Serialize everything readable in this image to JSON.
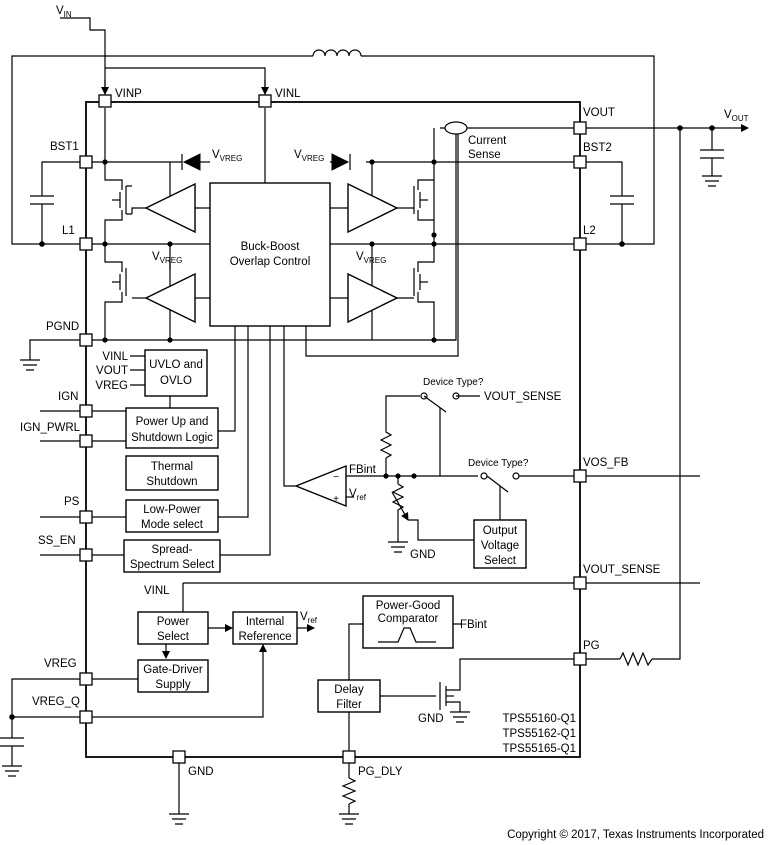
{
  "ext": {
    "vin": "V",
    "vin_sub": "IN",
    "vout": "V",
    "vout_sub": "OUT",
    "gnd_pg": "GND",
    "gnd_bottom": "GND"
  },
  "pins": {
    "vinp": "VINP",
    "vinl": "VINL",
    "vout": "VOUT",
    "bst1": "BST1",
    "bst2": "BST2",
    "l1": "L1",
    "l2": "L2",
    "pgnd": "PGND",
    "ign": "IGN",
    "ign_pwrl": "IGN_PWRL",
    "ps": "PS",
    "ss_en": "SS_EN",
    "vreg": "VREG",
    "vreg_q": "VREG_Q",
    "vos_fb": "VOS_FB",
    "vout_sense": "VOUT_SENSE",
    "pg": "PG",
    "pg_dly": "PG_DLY",
    "gnd": "GND"
  },
  "blocks": {
    "core_1": "Buck-Boost",
    "core_2": "Overlap Control",
    "uvlo_1": "UVLO and",
    "uvlo_2": "OVLO",
    "pwrup_1": "Power Up and",
    "pwrup_2": "Shutdown Logic",
    "thermal_1": "Thermal",
    "thermal_2": "Shutdown",
    "lowpower_1": "Low-Power",
    "lowpower_2": "Mode select",
    "spread_1": "Spread-",
    "spread_2": "Spectrum Select",
    "outvolt_1": "Output",
    "outvolt_2": "Voltage",
    "outvolt_3": "Select",
    "pwrsel_1": "Power",
    "pwrsel_2": "Select",
    "intref_1": "Internal",
    "intref_2": "Reference",
    "gatedrv_1": "Gate-Driver",
    "gatedrv_2": "Supply",
    "pgcomp_1": "Power-Good",
    "pgcomp_2": "Comparator",
    "delay_1": "Delay",
    "delay_2": "Filter"
  },
  "labels": {
    "vvreg": "V",
    "vvreg_sub": "VREG",
    "current_1": "Current",
    "current_2": "Sense",
    "uvlo_in_vinl": "VINL",
    "uvlo_in_vout": "VOUT",
    "uvlo_in_vreg": "VREG",
    "device_type_1": "Device Type?",
    "device_type_2": "Device Type?",
    "switch_vout_sense": "VOUT_SENSE",
    "fbint": "FBint",
    "fbint_pg": "FBint",
    "vref": "V",
    "vref_sub": "ref",
    "vref_out": "V",
    "vref_out_sub": "ref",
    "vinl_pwr": "VINL",
    "minus": "−",
    "plus": "+",
    "gnd_fb": "GND",
    "parts_1": "TPS55160-Q1",
    "parts_2": "TPS55162-Q1",
    "parts_3": "TPS55165-Q1"
  },
  "footer": {
    "copyright": "Copyright © 2017, Texas Instruments Incorporated"
  }
}
